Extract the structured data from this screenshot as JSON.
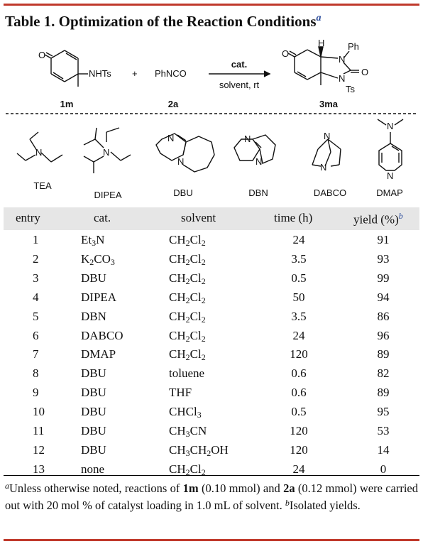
{
  "title": {
    "text": "Table 1. Optimization of the Reaction Conditions",
    "mark": "a"
  },
  "scheme": {
    "reactant1": {
      "group": "NHTs",
      "label": "1m"
    },
    "plus": "+",
    "reactant2": {
      "formula": "PhNCO",
      "label": "2a"
    },
    "arrow_top": "cat.",
    "arrow_bottom": "solvent, rt",
    "product": {
      "label": "3ma",
      "h": "H",
      "ph": "Ph",
      "ts": "Ts",
      "n1": "N",
      "n2": "N",
      "o1": "O",
      "o2": "O"
    },
    "reactant_o": "O"
  },
  "catalysts": [
    {
      "name": "TEA"
    },
    {
      "name": "DIPEA"
    },
    {
      "name": "DBU"
    },
    {
      "name": "DBN"
    },
    {
      "name": "DABCO"
    },
    {
      "name": "DMAP"
    }
  ],
  "atom_n": "N",
  "table": {
    "headers": {
      "entry": "entry",
      "cat": "cat.",
      "solvent": "solvent",
      "time": "time (h)",
      "yield": "yield (%)",
      "yield_mark": "b"
    },
    "rows": [
      {
        "entry": "1",
        "cat": "Et<sub>3</sub>N",
        "solvent": "CH<sub>2</sub>Cl<sub>2</sub>",
        "time": "24",
        "yield": "91"
      },
      {
        "entry": "2",
        "cat": "K<sub>2</sub>CO<sub>3</sub>",
        "solvent": "CH<sub>2</sub>Cl<sub>2</sub>",
        "time": "3.5",
        "yield": "93"
      },
      {
        "entry": "3",
        "cat": "DBU",
        "solvent": "CH<sub>2</sub>Cl<sub>2</sub>",
        "time": "0.5",
        "yield": "99"
      },
      {
        "entry": "4",
        "cat": "DIPEA",
        "solvent": "CH<sub>2</sub>Cl<sub>2</sub>",
        "time": "50",
        "yield": "94"
      },
      {
        "entry": "5",
        "cat": "DBN",
        "solvent": "CH<sub>2</sub>Cl<sub>2</sub>",
        "time": "3.5",
        "yield": "86"
      },
      {
        "entry": "6",
        "cat": "DABCO",
        "solvent": "CH<sub>2</sub>Cl<sub>2</sub>",
        "time": "24",
        "yield": "96"
      },
      {
        "entry": "7",
        "cat": "DMAP",
        "solvent": "CH<sub>2</sub>Cl<sub>2</sub>",
        "time": "120",
        "yield": "89"
      },
      {
        "entry": "8",
        "cat": "DBU",
        "solvent": "toluene",
        "time": "0.6",
        "yield": "82"
      },
      {
        "entry": "9",
        "cat": "DBU",
        "solvent": "THF",
        "time": "0.6",
        "yield": "89"
      },
      {
        "entry": "10",
        "cat": "DBU",
        "solvent": "CHCl<sub>3</sub>",
        "time": "0.5",
        "yield": "95"
      },
      {
        "entry": "11",
        "cat": "DBU",
        "solvent": "CH<sub>3</sub>CN",
        "time": "120",
        "yield": "53"
      },
      {
        "entry": "12",
        "cat": "DBU",
        "solvent": "CH<sub>3</sub>CH<sub>2</sub>OH",
        "time": "120",
        "yield": "14"
      },
      {
        "entry": "13",
        "cat": "none",
        "solvent": "CH<sub>2</sub>Cl<sub>2</sub>",
        "time": "24",
        "yield": "0"
      }
    ]
  },
  "footnote": {
    "a_mark": "a",
    "a_text": "Unless otherwise noted, reactions of <b>1m</b> (0.10 mmol) and <b>2a</b> (0.12 mmol) were carried out with 20 mol % of catalyst loading in 1.0 mL of solvent.",
    "b_mark": "b",
    "b_text": "Isolated yields."
  },
  "colors": {
    "rule": "#c0392b",
    "header_bg": "#e6e6e6",
    "mark": "#2a4b9b"
  }
}
